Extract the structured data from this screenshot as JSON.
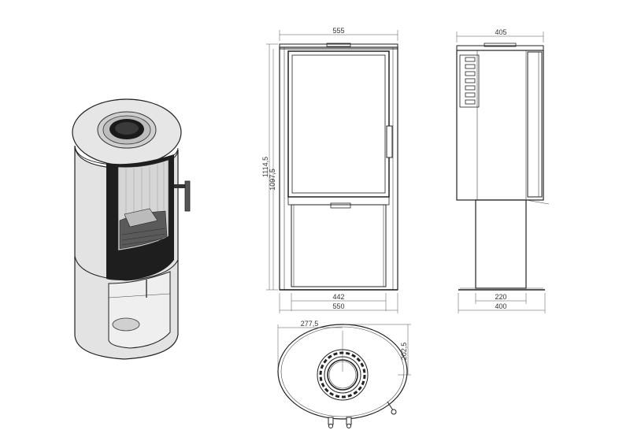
{
  "dimensions": {
    "front_top_width": "555",
    "front_bottom_inner_width": "442",
    "front_bottom_outer_width": "550",
    "front_total_height": "1114,5",
    "front_body_height": "1097,5",
    "side_top_depth": "405",
    "side_base_inner_depth": "220",
    "side_base_outer_depth": "400",
    "top_center_offset_x": "277,5",
    "top_center_offset_y": "202,5"
  },
  "colors": {
    "line": "#222222",
    "body_fill": "#e3e3e3",
    "dark": "#1a1a1a",
    "glass": "#d8d8d8",
    "background": "#ffffff"
  }
}
